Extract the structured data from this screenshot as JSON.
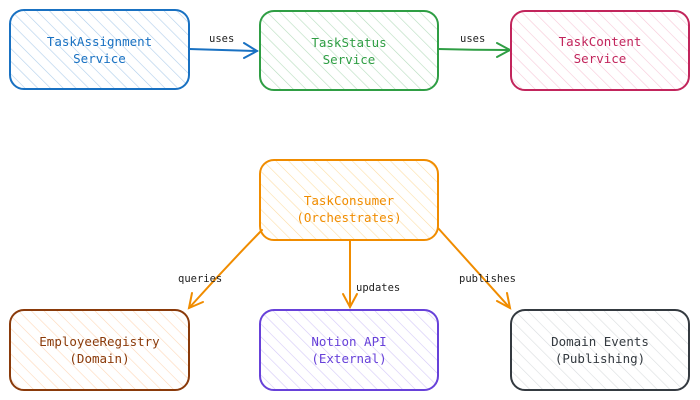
{
  "nodes": {
    "task_assignment": {
      "line1": "TaskAssignment",
      "line2": "Service",
      "color": "#1971c2"
    },
    "task_status": {
      "line1": "TaskStatus",
      "line2": "Service",
      "color": "#2f9e44"
    },
    "task_content": {
      "line1": "TaskContent",
      "line2": "Service",
      "color": "#c2255c"
    },
    "task_consumer": {
      "line1": "TaskConsumer",
      "line2": "(Orchestrates)",
      "color": "#f08c00"
    },
    "employee_registry": {
      "line1": "EmployeeRegistry",
      "line2": "(Domain)",
      "color": "#8a3a0a"
    },
    "notion_api": {
      "line1": "Notion API",
      "line2": "(External)",
      "color": "#6741d9"
    },
    "domain_events": {
      "line1": "Domain Events",
      "line2": "(Publishing)",
      "color": "#343a40"
    }
  },
  "edges": {
    "assignment_to_status": {
      "label": "uses"
    },
    "status_to_content": {
      "label": "uses"
    },
    "consumer_to_registry": {
      "label": "queries"
    },
    "consumer_to_notion": {
      "label": "updates"
    },
    "consumer_to_events": {
      "label": "publishes"
    }
  }
}
